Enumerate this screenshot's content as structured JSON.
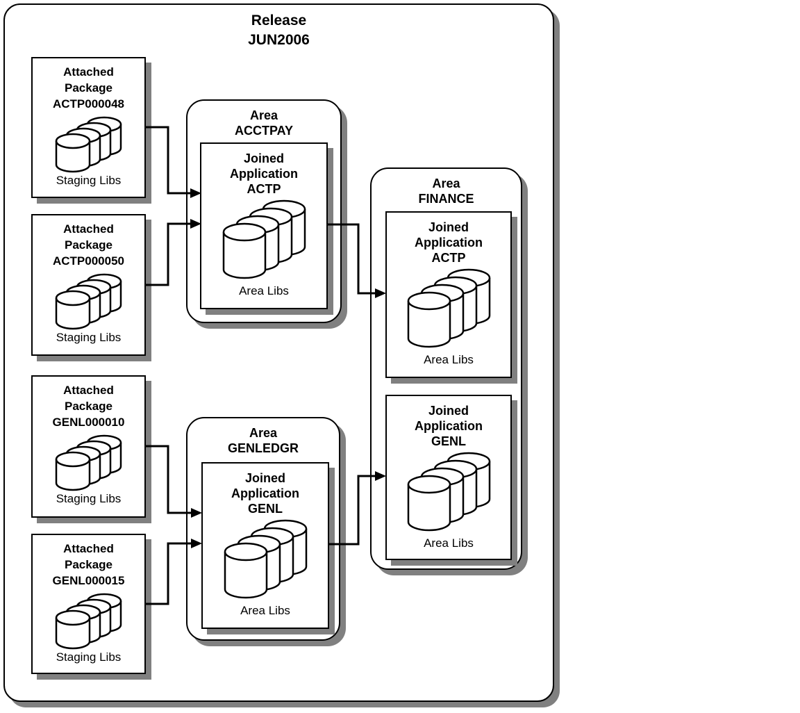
{
  "diagram": {
    "release": {
      "label": "Release",
      "name": "JUN2006"
    },
    "packages": [
      {
        "line1": "Attached",
        "line2": "Package",
        "id": "ACTP000048",
        "libs_label": "Staging Libs"
      },
      {
        "line1": "Attached",
        "line2": "Package",
        "id": "ACTP000050",
        "libs_label": "Staging Libs"
      },
      {
        "line1": "Attached",
        "line2": "Package",
        "id": "GENL000010",
        "libs_label": "Staging Libs"
      },
      {
        "line1": "Attached",
        "line2": "Package",
        "id": "GENL000015",
        "libs_label": "Staging Libs"
      }
    ],
    "areas": [
      {
        "label": "Area",
        "name": "ACCTPAY",
        "joined": {
          "line1": "Joined",
          "line2": "Application",
          "id": "ACTP",
          "libs_label": "Area Libs"
        }
      },
      {
        "label": "Area",
        "name": "GENLEDGR",
        "joined": {
          "line1": "Joined",
          "line2": "Application",
          "id": "GENL",
          "libs_label": "Area Libs"
        }
      },
      {
        "label": "Area",
        "name": "FINANCE",
        "joined_apps": [
          {
            "line1": "Joined",
            "line2": "Application",
            "id": "ACTP",
            "libs_label": "Area Libs"
          },
          {
            "line1": "Joined",
            "line2": "Application",
            "id": "GENL",
            "libs_label": "Area Libs"
          }
        ]
      }
    ],
    "flows": [
      {
        "from": "Attached Package ACTP000048",
        "to": "Area ACCTPAY / Joined Application ACTP"
      },
      {
        "from": "Attached Package ACTP000050",
        "to": "Area ACCTPAY / Joined Application ACTP"
      },
      {
        "from": "Area ACCTPAY / Joined Application ACTP",
        "to": "Area FINANCE / Joined Application ACTP"
      },
      {
        "from": "Attached Package GENL000010",
        "to": "Area GENLEDGR / Joined Application GENL"
      },
      {
        "from": "Attached Package GENL000015",
        "to": "Area GENLEDGR / Joined Application GENL"
      },
      {
        "from": "Area GENLEDGR / Joined Application GENL",
        "to": "Area FINANCE / Joined Application GENL"
      }
    ],
    "colors": {
      "line": "#000000",
      "shadow": "#808080",
      "background": "#ffffff",
      "text": "#000000"
    }
  }
}
